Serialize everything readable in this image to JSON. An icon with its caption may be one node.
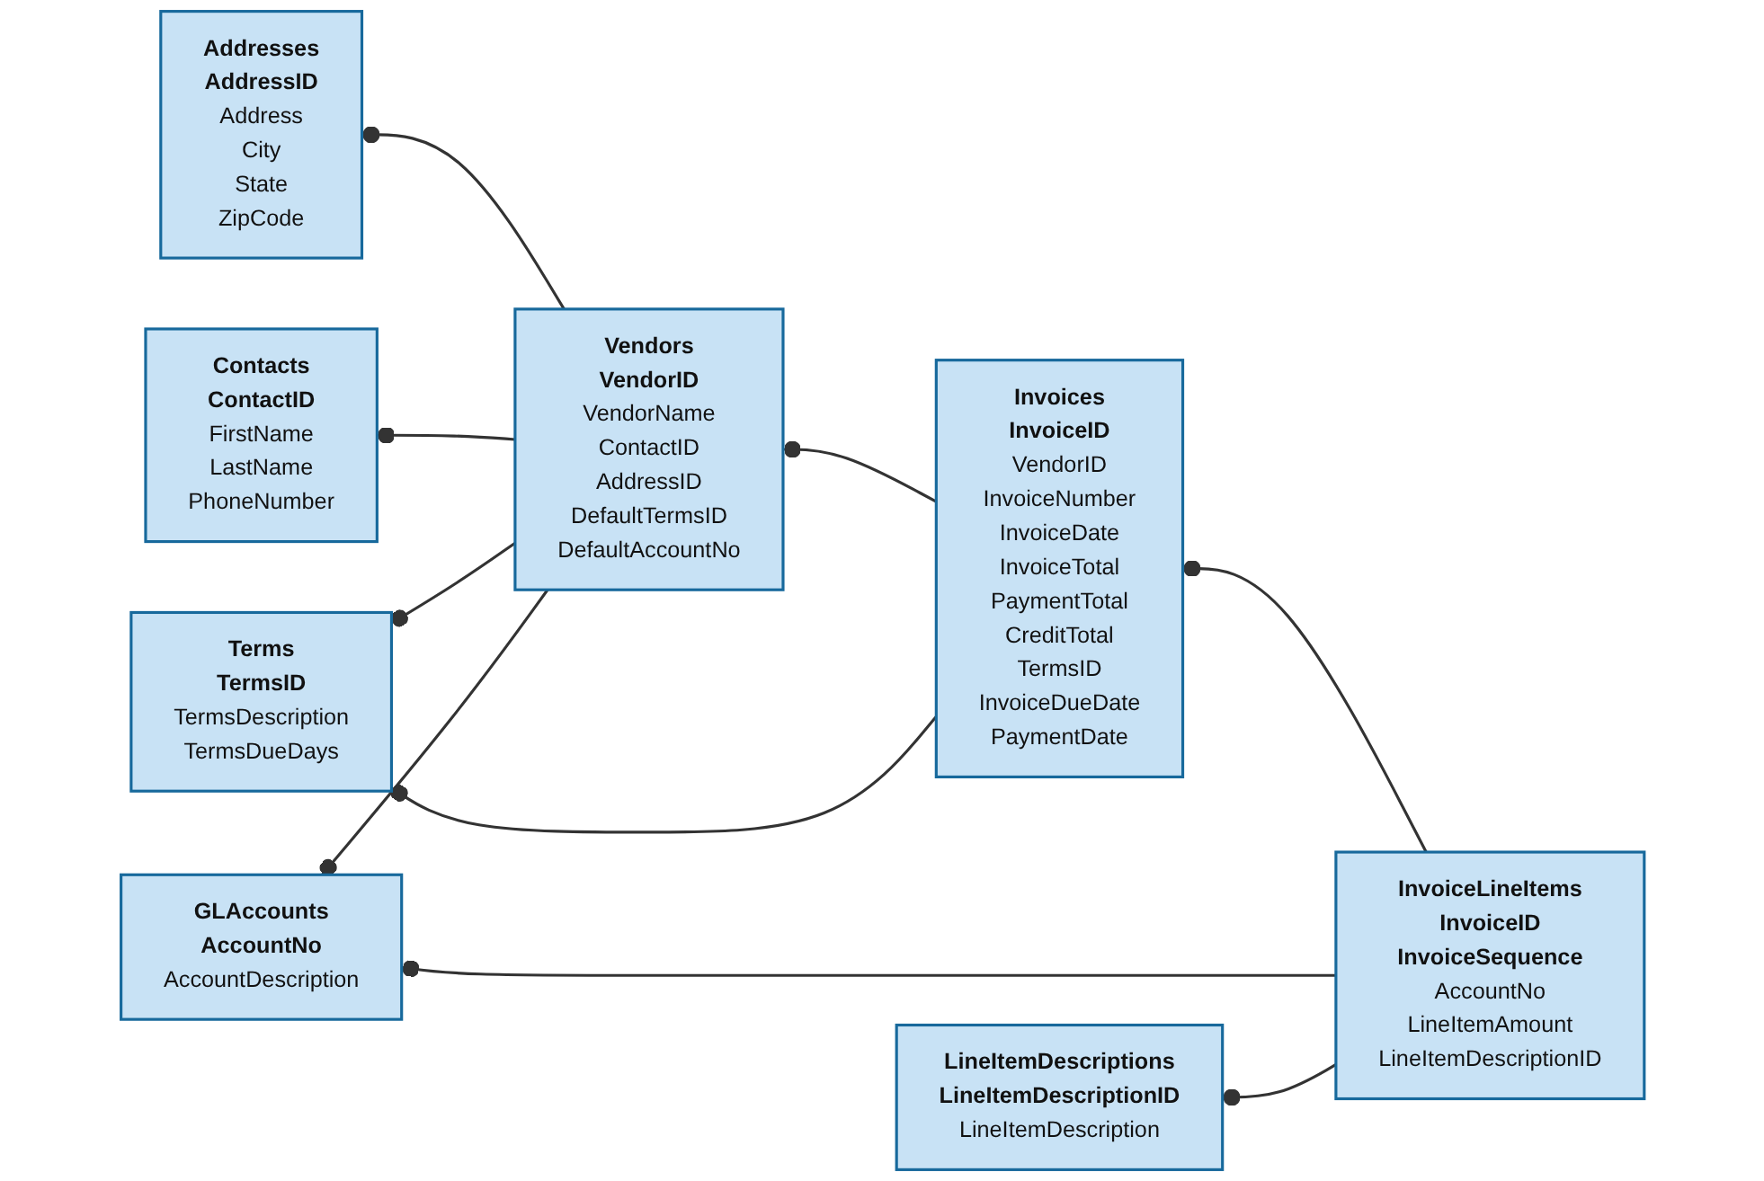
{
  "diagram": {
    "nodes": [
      {
        "text": [
          "Vendors",
          "VendorID",
          "VendorName",
          "ContactID",
          "AddressID",
          "DefaultTermsID",
          "DefaultAccountNo"
        ]
      },
      {
        "text": [
          "Invoices",
          "InvoiceID",
          "VendorID",
          "InvoiceNumber",
          "InvoiceDate",
          "InvoiceTotal",
          "PaymentTotal",
          "CreditTotal",
          "TermsID",
          "InvoiceDueDate",
          "PaymentDate"
        ]
      },
      {
        "text": [
          "InvoiceLineItems",
          "InvoiceID",
          "InvoiceSequence",
          "AccountNo",
          "LineItemAmount",
          "LineItemDescriptionID"
        ]
      },
      {
        "text": [
          "LineItemDescriptions",
          "LineItemDescriptionID",
          "LineItemDescription"
        ]
      },
      {
        "text": [
          "Addresses",
          "AddressID",
          "Address",
          "City",
          "State",
          "ZipCode"
        ]
      },
      {
        "text": [
          "Terms",
          "TermsID",
          "TermsDescription",
          "TermsDueDays"
        ]
      },
      {
        "text": [
          "Contacts",
          "ContactID",
          "FirstName",
          "LastName",
          "PhoneNumber"
        ]
      },
      {
        "text": [
          "GLAccounts",
          "AccountNo",
          "AccountDescription"
        ]
      }
    ],
    "edges": [
      {
        "from": 1,
        "to": 0,
        "arrow": "other"
      },
      {
        "from": 2,
        "to": 1,
        "arrow": "other"
      },
      {
        "from": 0,
        "to": 4,
        "arrow": "other"
      },
      {
        "from": 0,
        "to": 6,
        "arrow": "other"
      },
      {
        "from": 0,
        "to": 5,
        "arrow": "other"
      },
      {
        "from": 1,
        "to": 5,
        "arrow": "other"
      },
      {
        "from": 2,
        "to": 7,
        "arrow": "other"
      },
      {
        "from": 0,
        "to": 7,
        "arrow": "other"
      },
      {
        "from": 2,
        "to": 3,
        "arrow": "other"
      }
    ]
  }
}
